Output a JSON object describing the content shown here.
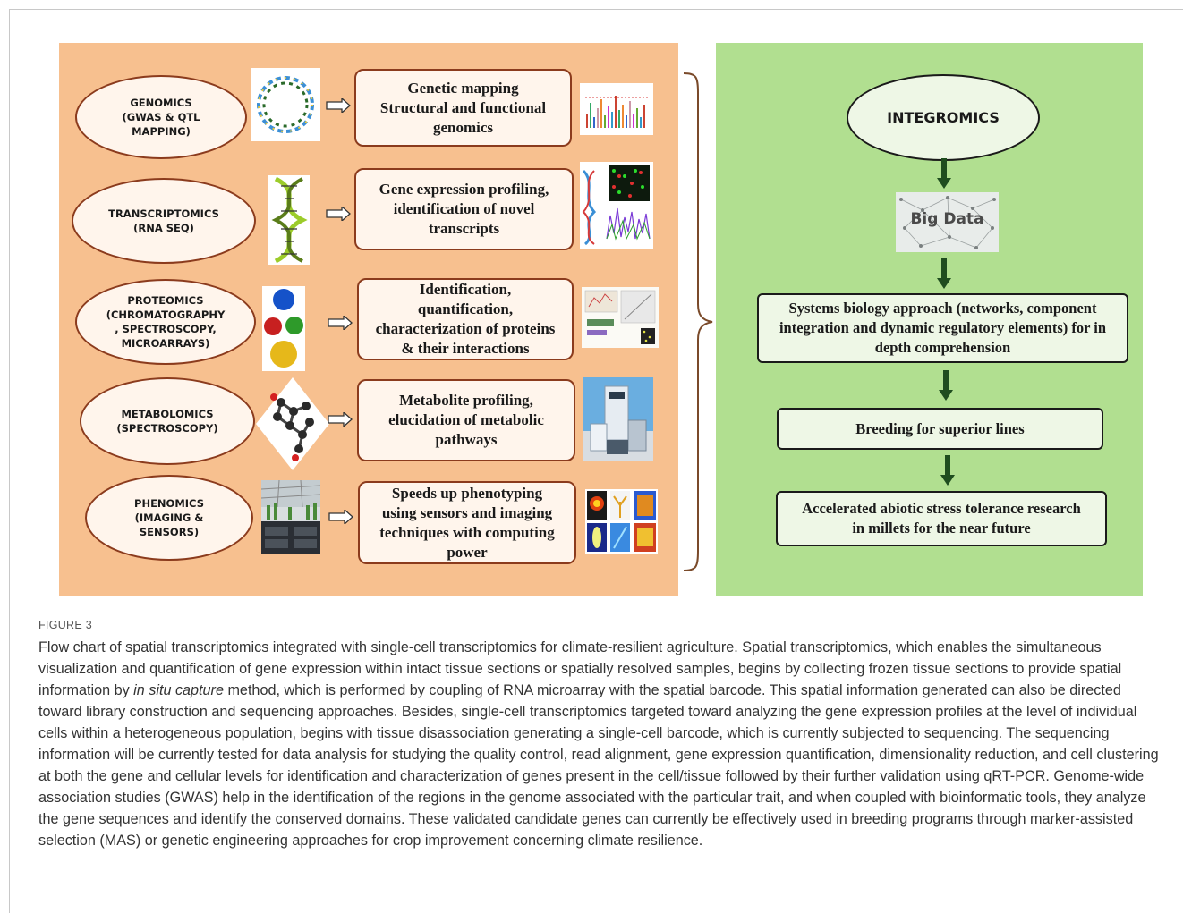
{
  "omics": [
    {
      "name": "GENOMICS\n(GWAS & QTL\nMAPPING)",
      "desc": "Genetic mapping\nStructural and functional\ngenomics"
    },
    {
      "name": "TRANSCRIPTOMICS\n(RNA SEQ)",
      "desc": "Gene expression profiling,\nidentification of novel\ntranscripts"
    },
    {
      "name": "PROTEOMICS\n(CHROMATOGRAPHY\n, SPECTROSCOPY,\nMICROARRAYS)",
      "desc": "Identification,\nquantification,\ncharacterization of proteins\n& their interactions"
    },
    {
      "name": "METABOLOMICS\n(SPECTROSCOPY)",
      "desc": "Metabolite profiling,\nelucidation of metabolic\npathways"
    },
    {
      "name": "PHENOMICS\n(IMAGING &\nSENSORS)",
      "desc": "Speeds up phenotyping\nusing sensors and imaging\ntechniques with computing\npower"
    }
  ],
  "right": {
    "integromics": "INTEGROMICS",
    "big_data": "Big Data",
    "systems": "Systems biology approach (networks, component\nintegration and dynamic regulatory elements) for in\ndepth comprehension",
    "breeding": "Breeding for superior lines",
    "accelerated": "Accelerated abiotic stress tolerance research\nin millets for the near future"
  },
  "colors": {
    "left_panel": "#f7c08f",
    "right_panel": "#b1df90",
    "box_border": "#8b3b1d",
    "arrow": "#1f4d1f"
  },
  "caption": {
    "label": "FIGURE 3",
    "part1": "Flow chart of spatial transcriptomics integrated with single-cell transcriptomics for climate-resilient agriculture. Spatial transcriptomics, which enables the simultaneous visualization and quantification of gene expression within intact tissue sections or spatially resolved samples, begins by collecting frozen tissue sections to provide spatial information by ",
    "italic": "in situ capture",
    "part2": " method, which is performed by coupling of RNA microarray with the spatial barcode. This spatial information generated can also be directed toward library construction and sequencing approaches. Besides, single-cell transcriptomics targeted toward analyzing the gene expression profiles at the level of individual cells within a heterogeneous population, begins with tissue disassociation generating a single-cell barcode, which is currently subjected to sequencing. The sequencing information will be currently tested for data analysis for studying the quality control, read alignment, gene expression quantification, dimensionality reduction, and cell clustering at both the gene and cellular levels for identification and characterization of genes present in the cell/tissue followed by their further validation using qRT-PCR. Genome-wide association studies (GWAS) help in the identification of the regions in the genome associated with the particular trait, and when coupled with bioinformatic tools, they analyze the gene sequences and identify the conserved domains. These validated candidate genes can currently be effectively used in breeding programs through marker-assisted selection (MAS) or genetic engineering approaches for crop improvement concerning climate resilience."
  }
}
